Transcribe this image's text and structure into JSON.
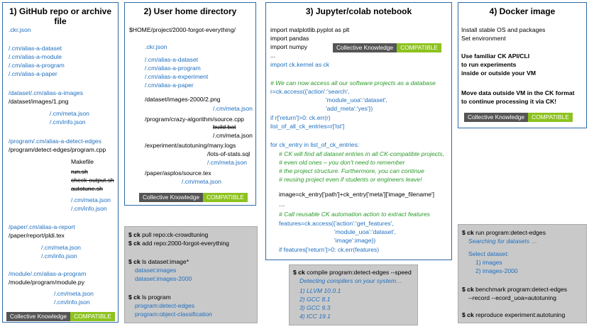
{
  "badge": {
    "left": "Collective Knowledge",
    "right": "COMPATIBLE"
  },
  "panel1": {
    "title": "1) GitHub repo or archive file",
    "lines": [
      ".ckr.json",
      "/.cm/alias-a-dataset",
      "/.cm/alias-a-module",
      "/.cm/alias-a-program",
      "/.cm/alias-a-paper",
      "/dataset/.cm/alias-a-images",
      "/dataset/images/1.png",
      "/.cm/meta.json",
      "/.cm/info.json",
      "/program/.cm/alias-a-detect-edges",
      "/program/detect-edges/program.cpp",
      "Makefile",
      "run.sh",
      "check-output.sh",
      "autotune.sh",
      "/.cm/meta.json",
      "/.cm/info.json",
      "/paper/.cm/alias-a-report",
      "/paper/report/pldi.tex",
      "/.cm/meta.json",
      "/.cm/info.json",
      "/module/.cm/alias-a-program",
      "/module/program/module.py",
      "/.cm/meta.json",
      "/.cm/info.json"
    ]
  },
  "panel2": {
    "title": "2) User home directory",
    "lines": [
      "$HOME/project/2000-forgot-everything/",
      ".ckr.json",
      "/.cm/alias-a-dataset",
      "/.cm/alias-a-program",
      "/.cm/alias-a-experiment",
      "/.cm/alias-a-paper",
      "/dataset/images-2000/2.png",
      "/.cm/meta.json",
      "/program/crazy-algorithm/source.cpp",
      "build.bat",
      "/.cm/meta.json",
      "/experiment/autotuning/many.logs",
      "/lots-of-stats.sql",
      "/.cm/meta.json",
      "/paper/asplos/source.tex",
      "/.cm/meta.json"
    ]
  },
  "panel3": {
    "title": "3) Jupyter/colab notebook",
    "lines": [
      "import matplotlib.pyplot as plt",
      "import pandas",
      "import numpy",
      "...",
      "import ck.kernel as ck",
      "# We can now access all our software projects as a database",
      "r=ck.access({'action':'search',",
      "'module_uoa':'dataset',",
      "'add_meta':'yes'})",
      "if r['return']>0: ck.err(r)",
      "list_of_all_ck_entries=r['lst']",
      "for ck_entry in list_of_ck_entries:",
      "# CK will find all dataset entries in all CK-compatible projects,",
      "#  even old ones – you don't need to remember",
      "#  the project structure. Furthermore, you can continue",
      "#   reusing project even if students or engineers leave!",
      "image=ck_entry['path']+ck_entry['meta']['image_filename']",
      "…",
      "# Call reusable CK automation action to extract features",
      "features=ck.access({'action':'get_features',",
      "'module_uoa':'dataset',",
      "'image':image})",
      "if features['return']>0: ck.err(features)"
    ]
  },
  "panel4": {
    "title": "4) Docker image",
    "lines": [
      "Install stable OS and  packages",
      "Set environment",
      "Use familiar CK API/CLI",
      "to run experiments",
      "inside or outside your VM",
      "Move data outside VM in the CK format",
      "to continue processing it via CK!"
    ]
  },
  "cli2": {
    "lines": [
      "$ ck pull repo:ck-crowdtuning",
      "$ ck add repo:2000-forgot-everything",
      "$ ck ls dataset:image*",
      "dataset:images",
      "dataset:images-2000",
      "$ ck ls program",
      "program:detect-edges",
      "program:object-classification"
    ]
  },
  "cli3": {
    "lines": [
      "$ ck compile program:detect-edges --speed",
      "Detecting compilers on your system…",
      "1) LLVM 10.0.1",
      "2) GCC 8.1",
      "3) GCC 9.3",
      "4) ICC 19.1"
    ]
  },
  "cli4": {
    "lines": [
      "$ ck run program:detect-edges",
      "Searching for datasets …",
      "Select dataset:",
      "1)  images",
      "2)  images-2000",
      "$ ck benchmark program:detect-edges",
      "--record --ecord_uoa=autotuning",
      "$ ck reproduce experiment:autotuning"
    ]
  }
}
